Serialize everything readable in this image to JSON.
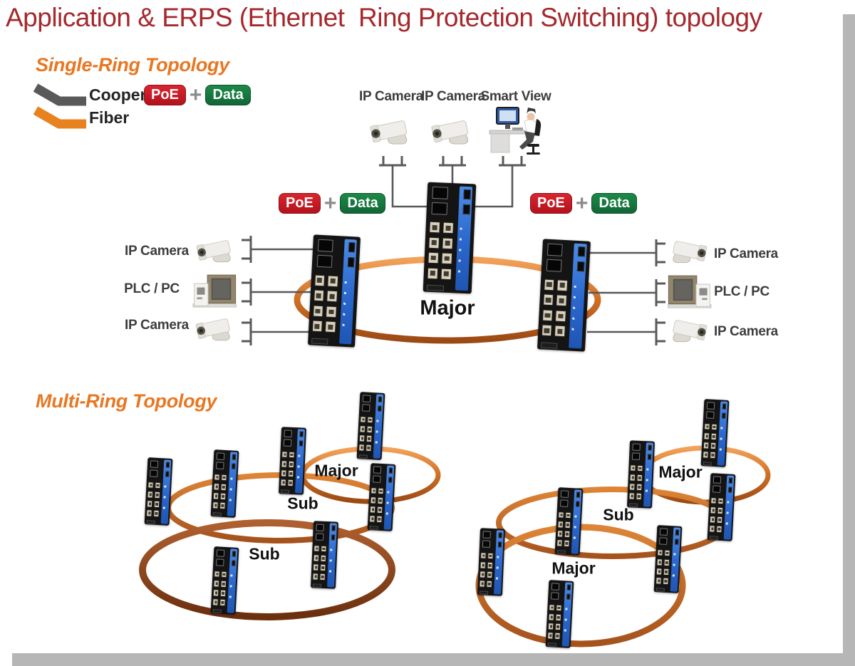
{
  "title": "Application & ERPS (Ethernet  Ring Protection Switching) topology",
  "sections": {
    "single_heading": "Single-Ring Topology",
    "multi_heading": "Multi-Ring Topology"
  },
  "legend": {
    "copper": "Cooper",
    "fiber": "Fiber"
  },
  "badges": {
    "poe": "PoE",
    "plus": "+",
    "data": "Data"
  },
  "single_ring": {
    "ring_label": "Major",
    "top_devices": [
      {
        "label": "IP Camera"
      },
      {
        "label": "IP Camera"
      },
      {
        "label": "Smart View"
      }
    ],
    "left_devices": [
      {
        "label": "IP Camera"
      },
      {
        "label": "PLC / PC"
      },
      {
        "label": "IP Camera"
      }
    ],
    "right_devices": [
      {
        "label": "IP Camera"
      },
      {
        "label": "PLC / PC"
      },
      {
        "label": "IP Camera"
      }
    ]
  },
  "multi_ring": {
    "left_cluster": {
      "labels": [
        "Major",
        "Sub",
        "Sub"
      ]
    },
    "right_cluster": {
      "labels": [
        "Major",
        "Sub",
        "Major"
      ]
    }
  },
  "colors": {
    "title_red": "#a5282c",
    "section_heading_orange": "#e87722",
    "poe_badge_red": "#c21b24",
    "data_badge_green": "#17803f",
    "copper_line_gray": "#595959",
    "fiber_line_orange": "#e8821e",
    "ring_orange": "#d4722b",
    "ring_dark_brown": "#8a3c12",
    "switch_stripe_blue": "#2a66cc"
  }
}
